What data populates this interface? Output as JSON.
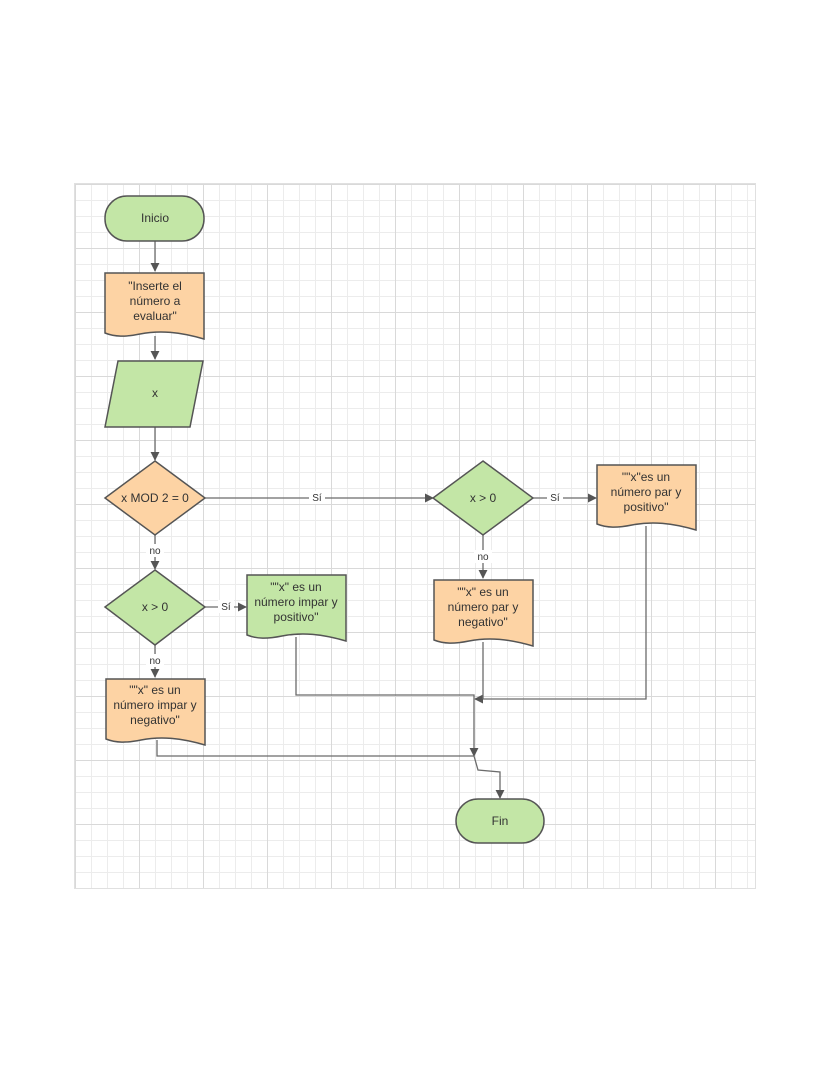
{
  "colors": {
    "green_fill": "#c3e6a6",
    "orange_fill": "#fdd3a4",
    "stroke": "#555555",
    "edge": "#6b6b6b"
  },
  "nodes": {
    "start": "Inicio",
    "prompt": [
      "\"Inserte el",
      "número a",
      "evaluar\""
    ],
    "input": "x",
    "mod_decision": "x MOD 2 = 0",
    "even_decision": "x > 0",
    "odd_decision": "x > 0",
    "even_positive": [
      "\"\"x\"es un",
      "número par y",
      "positivo\""
    ],
    "even_negative": [
      "\"\"x\" es un",
      "número par y",
      "negativo\""
    ],
    "odd_positive": [
      "\"\"x\" es un",
      "número impar y",
      "positivo\""
    ],
    "odd_negative": [
      "\"\"x\" es un",
      "número impar y",
      "negativo\""
    ],
    "end": "Fin"
  },
  "edge_labels": {
    "mod_yes": "Sí",
    "mod_no": "no",
    "even_yes": "Sí",
    "even_no": "no",
    "odd_yes": "Sí",
    "odd_no": "no"
  }
}
